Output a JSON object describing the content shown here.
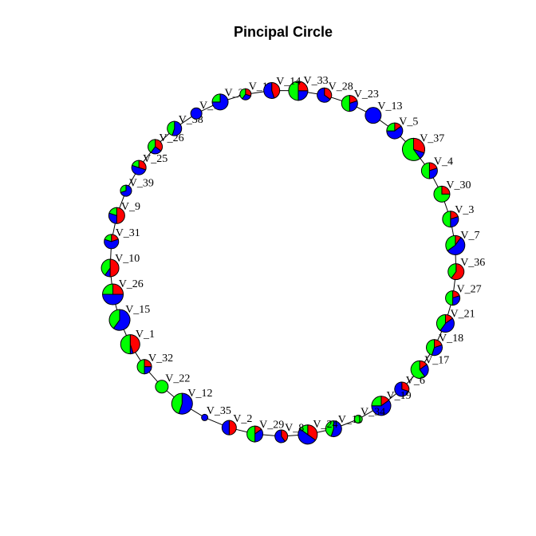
{
  "title": "Pincipal Circle",
  "colors": {
    "red": "#ff0000",
    "green": "#00ff00",
    "blue": "#0000ff",
    "edge": "#000000"
  },
  "nodes": [
    {
      "label": "V_33",
      "slices": [
        {
          "color": "red",
          "value": 0.25
        },
        {
          "color": "blue",
          "value": 0.25
        },
        {
          "color": "green",
          "value": 0.5
        }
      ]
    },
    {
      "label": "V_28",
      "slices": [
        {
          "color": "red",
          "value": 0.35
        },
        {
          "color": "blue",
          "value": 0.65
        }
      ]
    },
    {
      "label": "V_23",
      "slices": [
        {
          "color": "red",
          "value": 0.2
        },
        {
          "color": "blue",
          "value": 0.3
        },
        {
          "color": "green",
          "value": 0.5
        }
      ]
    },
    {
      "label": "V_13",
      "slices": [
        {
          "color": "blue",
          "value": 1.0
        }
      ]
    },
    {
      "label": "V_5",
      "slices": [
        {
          "color": "red",
          "value": 0.15
        },
        {
          "color": "blue",
          "value": 0.6
        },
        {
          "color": "green",
          "value": 0.25
        }
      ]
    },
    {
      "label": "V_37",
      "slices": [
        {
          "color": "red",
          "value": 0.3
        },
        {
          "color": "blue",
          "value": 0.1
        },
        {
          "color": "green",
          "value": 0.6
        }
      ]
    },
    {
      "label": "V_4",
      "slices": [
        {
          "color": "red",
          "value": 0.2
        },
        {
          "color": "blue",
          "value": 0.3
        },
        {
          "color": "green",
          "value": 0.5
        }
      ]
    },
    {
      "label": "V_30",
      "slices": [
        {
          "color": "red",
          "value": 0.25
        },
        {
          "color": "green",
          "value": 0.75
        }
      ]
    },
    {
      "label": "V_3",
      "slices": [
        {
          "color": "red",
          "value": 0.2
        },
        {
          "color": "blue",
          "value": 0.3
        },
        {
          "color": "green",
          "value": 0.5
        }
      ]
    },
    {
      "label": "V_7",
      "slices": [
        {
          "color": "red",
          "value": 0.1
        },
        {
          "color": "blue",
          "value": 0.55
        },
        {
          "color": "green",
          "value": 0.35
        }
      ]
    },
    {
      "label": "V_36",
      "slices": [
        {
          "color": "red",
          "value": 0.6
        },
        {
          "color": "green",
          "value": 0.4
        }
      ]
    },
    {
      "label": "V_27",
      "slices": [
        {
          "color": "red",
          "value": 0.2
        },
        {
          "color": "blue",
          "value": 0.3
        },
        {
          "color": "green",
          "value": 0.5
        }
      ]
    },
    {
      "label": "V_21",
      "slices": [
        {
          "color": "red",
          "value": 0.15
        },
        {
          "color": "blue",
          "value": 0.45
        },
        {
          "color": "green",
          "value": 0.4
        }
      ]
    },
    {
      "label": "V_18",
      "slices": [
        {
          "color": "red",
          "value": 0.2
        },
        {
          "color": "blue",
          "value": 0.35
        },
        {
          "color": "green",
          "value": 0.45
        }
      ]
    },
    {
      "label": "V_17",
      "slices": [
        {
          "color": "red",
          "value": 0.15
        },
        {
          "color": "blue",
          "value": 0.25
        },
        {
          "color": "green",
          "value": 0.6
        }
      ]
    },
    {
      "label": "V_6",
      "slices": [
        {
          "color": "red",
          "value": 0.3
        },
        {
          "color": "blue",
          "value": 0.7
        }
      ]
    },
    {
      "label": "V_19",
      "slices": [
        {
          "color": "red",
          "value": 0.15
        },
        {
          "color": "blue",
          "value": 0.6
        },
        {
          "color": "green",
          "value": 0.25
        }
      ]
    },
    {
      "label": "V_34",
      "slices": [
        {
          "color": "green",
          "value": 1.0
        }
      ]
    },
    {
      "label": "V_11",
      "slices": [
        {
          "color": "blue",
          "value": 0.55
        },
        {
          "color": "green",
          "value": 0.45
        }
      ]
    },
    {
      "label": "V_24",
      "slices": [
        {
          "color": "red",
          "value": 0.35
        },
        {
          "color": "blue",
          "value": 0.5
        },
        {
          "color": "green",
          "value": 0.15
        }
      ]
    },
    {
      "label": "V_8",
      "slices": [
        {
          "color": "red",
          "value": 0.4
        },
        {
          "color": "blue",
          "value": 0.6
        }
      ]
    },
    {
      "label": "V_29",
      "slices": [
        {
          "color": "red",
          "value": 0.15
        },
        {
          "color": "blue",
          "value": 0.35
        },
        {
          "color": "green",
          "value": 0.5
        }
      ]
    },
    {
      "label": "V_2",
      "slices": [
        {
          "color": "red",
          "value": 0.5
        },
        {
          "color": "blue",
          "value": 0.5
        }
      ]
    },
    {
      "label": "V_35",
      "slices": [
        {
          "color": "blue",
          "value": 1.0
        }
      ]
    },
    {
      "label": "V_12",
      "slices": [
        {
          "color": "blue",
          "value": 0.55
        },
        {
          "color": "green",
          "value": 0.45
        }
      ]
    },
    {
      "label": "V_22",
      "slices": [
        {
          "color": "green",
          "value": 1.0
        }
      ]
    },
    {
      "label": "V_32",
      "slices": [
        {
          "color": "red",
          "value": 0.25
        },
        {
          "color": "blue",
          "value": 0.25
        },
        {
          "color": "green",
          "value": 0.5
        }
      ]
    },
    {
      "label": "V_1",
      "slices": [
        {
          "color": "red",
          "value": 0.45
        },
        {
          "color": "blue",
          "value": 0.05
        },
        {
          "color": "green",
          "value": 0.5
        }
      ]
    },
    {
      "label": "V_15",
      "slices": [
        {
          "color": "blue",
          "value": 0.6
        },
        {
          "color": "green",
          "value": 0.4
        }
      ]
    },
    {
      "label": "V_26",
      "slices": [
        {
          "color": "red",
          "value": 0.25
        },
        {
          "color": "blue",
          "value": 0.5
        },
        {
          "color": "green",
          "value": 0.25
        }
      ]
    },
    {
      "label": "V_10",
      "slices": [
        {
          "color": "red",
          "value": 0.5
        },
        {
          "color": "blue",
          "value": 0.1
        },
        {
          "color": "green",
          "value": 0.4
        }
      ]
    },
    {
      "label": "V_31",
      "slices": [
        {
          "color": "red",
          "value": 0.2
        },
        {
          "color": "blue",
          "value": 0.6
        },
        {
          "color": "green",
          "value": 0.2
        }
      ]
    },
    {
      "label": "V_9",
      "slices": [
        {
          "color": "red",
          "value": 0.5
        },
        {
          "color": "blue",
          "value": 0.3
        },
        {
          "color": "green",
          "value": 0.2
        }
      ]
    },
    {
      "label": "V_39",
      "slices": [
        {
          "color": "blue",
          "value": 0.7
        },
        {
          "color": "green",
          "value": 0.3
        }
      ]
    },
    {
      "label": "V_25",
      "slices": [
        {
          "color": "red",
          "value": 0.3
        },
        {
          "color": "blue",
          "value": 0.5
        },
        {
          "color": "green",
          "value": 0.2
        }
      ]
    },
    {
      "label": "V_26",
      "slices": [
        {
          "color": "red",
          "value": 0.35
        },
        {
          "color": "blue",
          "value": 0.25
        },
        {
          "color": "green",
          "value": 0.4
        }
      ]
    },
    {
      "label": "V_38",
      "slices": [
        {
          "color": "blue",
          "value": 0.55
        },
        {
          "color": "green",
          "value": 0.45
        }
      ]
    },
    {
      "label": "V_19",
      "slices": [
        {
          "color": "blue",
          "value": 1.0
        }
      ]
    },
    {
      "label": "V_20",
      "slices": [
        {
          "color": "blue",
          "value": 0.75
        },
        {
          "color": "green",
          "value": 0.25
        }
      ]
    },
    {
      "label": "V_16",
      "slices": [
        {
          "color": "red",
          "value": 0.3
        },
        {
          "color": "blue",
          "value": 0.3
        },
        {
          "color": "green",
          "value": 0.4
        }
      ]
    },
    {
      "label": "V_14",
      "slices": [
        {
          "color": "red",
          "value": 0.45
        },
        {
          "color": "blue",
          "value": 0.55
        }
      ]
    }
  ]
}
